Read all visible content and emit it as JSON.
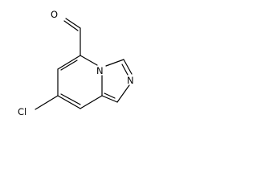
{
  "molecule": {
    "atoms": {
      "O": "O",
      "N1": "N",
      "N2": "N",
      "Cl": "Cl"
    }
  }
}
